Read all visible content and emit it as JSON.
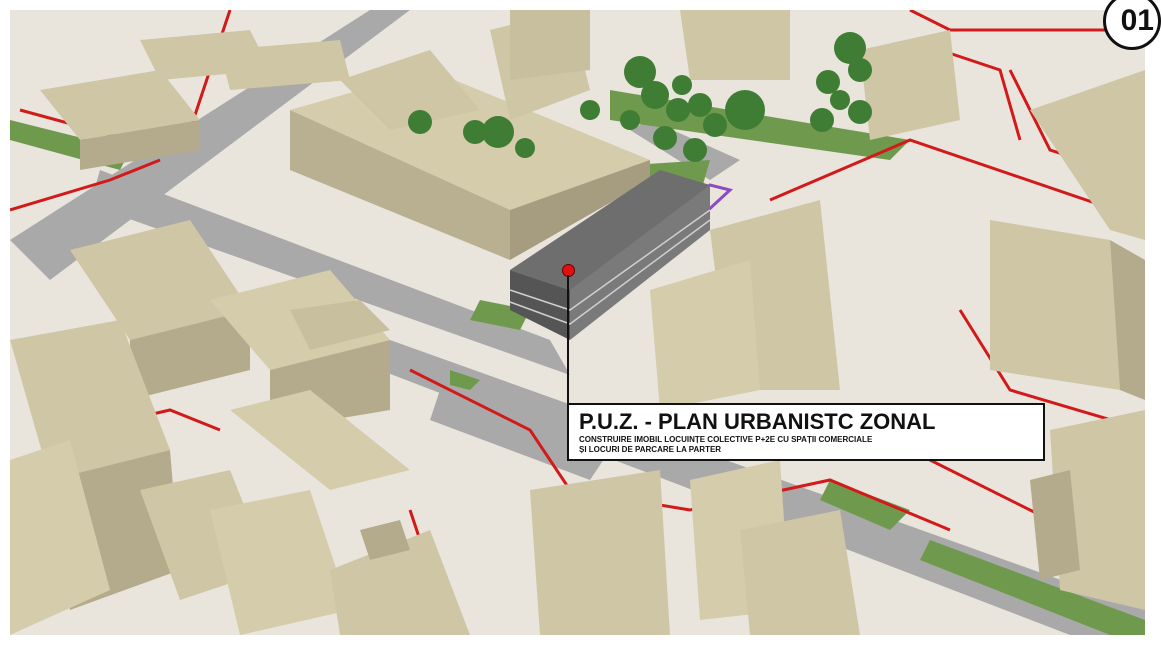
{
  "sheet": {
    "number": "01"
  },
  "title_block": {
    "title": "P.U.Z. - PLAN URBANISTC ZONAL",
    "subtitle_line1": "CONSTRUIRE IMOBIL LOCUINȚE COLECTIVE P+2E CU SPAȚII COMERCIALE",
    "subtitle_line2": "ȘI LOCURI DE PARCARE LA PARTER"
  },
  "colors": {
    "ground": "#e9e5dc",
    "building_top": "#cfc6a6",
    "building_side": "#b4ab8c",
    "road": "#a9a9a9",
    "grass": "#6f9a4e",
    "tree": "#3f7d35",
    "boundary": "#d21a1a",
    "site_outline": "#8a4bc4",
    "site_building": "#6e6e6e",
    "marker": "#e01010"
  }
}
